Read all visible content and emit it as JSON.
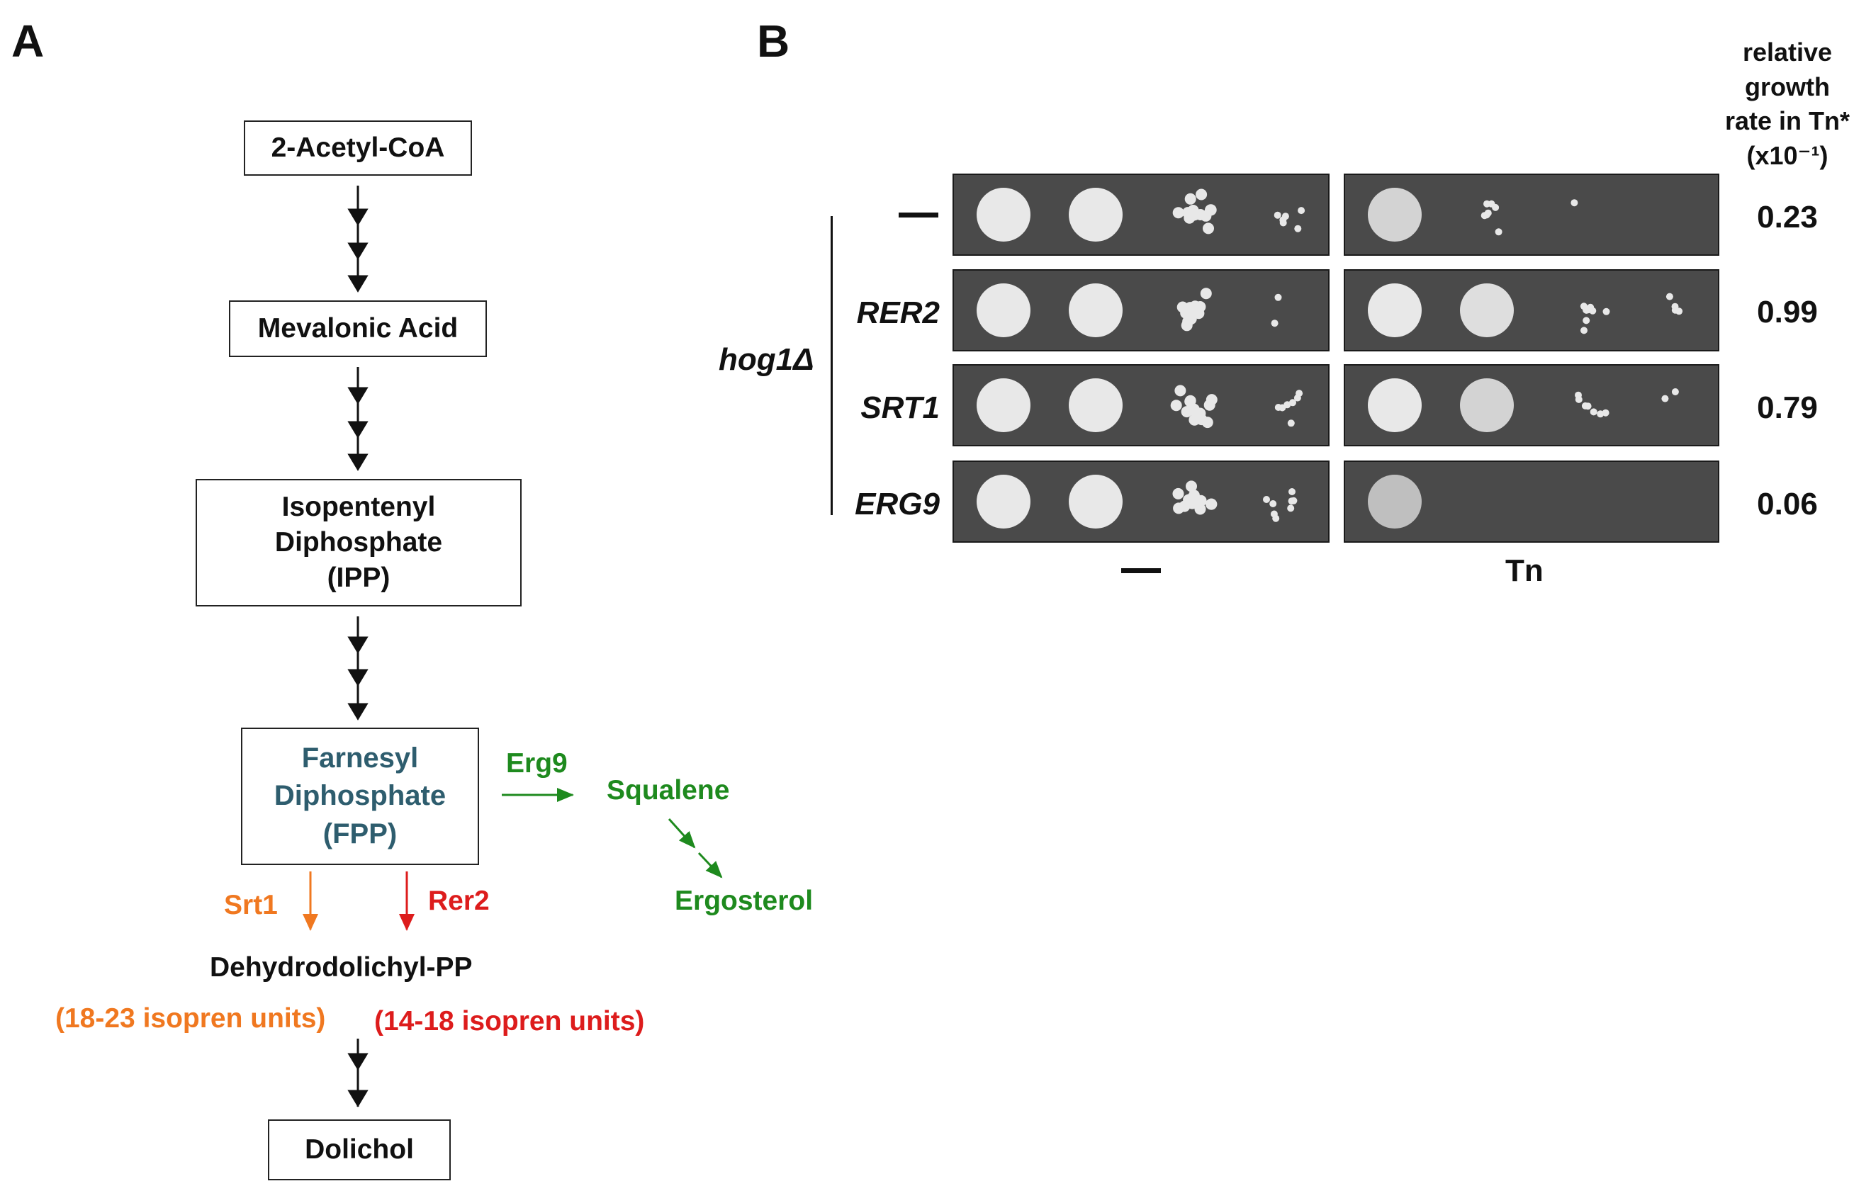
{
  "panels": {
    "a_label": "A",
    "b_label": "B"
  },
  "pathway": {
    "acetyl": "2-Acetyl-CoA",
    "mevalonic": "Mevalonic Acid",
    "ipp": [
      "Isopentenyl",
      "Diphosphate",
      "(IPP)"
    ],
    "fpp": [
      "Farnesyl",
      "Diphosphate",
      "(FPP)"
    ],
    "erg9": "Erg9",
    "squalene": "Squalene",
    "ergosterol": "Ergosterol",
    "srt1": "Srt1",
    "rer2": "Rer2",
    "dehydro": "Dehydrodolichyl-PP",
    "srt1_units": "(18-23 isopren units)",
    "rer2_units": "(14-18 isopren units)",
    "dolichol": "Dolichol"
  },
  "colors": {
    "fpp": "#2e5d6e",
    "erg9_branch": "#1e8a1e",
    "srt1": "#f07820",
    "rer2": "#dd1c1c",
    "plate": "#4a4a4a",
    "colony": "#e8e8e8"
  },
  "spot_assay": {
    "header": [
      "relative",
      "growth",
      "rate in Tn*",
      "(x10⁻¹)"
    ],
    "background_strain": "hog1Δ",
    "condition_control_label": "—",
    "condition_tn_label": "Tn",
    "rows": [
      {
        "strain": "—",
        "rate": "0.23",
        "control": [
          1,
          1,
          0.6,
          0.25
        ],
        "tn": [
          0.8,
          0.3,
          0.05,
          0
        ]
      },
      {
        "strain": "RER2",
        "rate": "0.99",
        "control": [
          1,
          1,
          0.6,
          0.1
        ],
        "tn": [
          1,
          0.9,
          0.4,
          0.2
        ]
      },
      {
        "strain": "SRT1",
        "rate": "0.79",
        "control": [
          1,
          1,
          0.6,
          0.3
        ],
        "tn": [
          1,
          0.8,
          0.3,
          0.1
        ]
      },
      {
        "strain": "ERG9",
        "rate": "0.06",
        "control": [
          1,
          1,
          0.6,
          0.35
        ],
        "tn": [
          0.6,
          0,
          0,
          0
        ]
      }
    ]
  }
}
